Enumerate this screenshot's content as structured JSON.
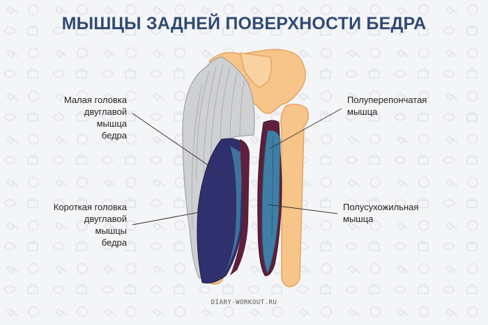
{
  "title": "МЫШЦЫ ЗАДНЕЙ ПОВЕРХНОСТИ БЕДРА",
  "labels": {
    "long_head": [
      "Малая головка",
      "двуглавой",
      "мышца",
      "бедра"
    ],
    "short_head": [
      "Короткая головка",
      "двуглавой",
      "мышцы",
      "бедра"
    ],
    "semimembranosus": [
      "Полуперепончатая",
      "мышца"
    ],
    "semitendinosus": [
      "Полусухожильная",
      "мышца"
    ]
  },
  "credit": "DIARY-WORKOUT.RU",
  "colors": {
    "title": "#2f4a73",
    "background": "#f4f5f7",
    "bone": "#f7c48a",
    "gluteal": "#cfd0d2",
    "muscle_dark": "#30306e",
    "muscle_blue": "#3f7fa6",
    "muscle_maroon": "#5e1f3c",
    "leader_line": "#333333"
  }
}
